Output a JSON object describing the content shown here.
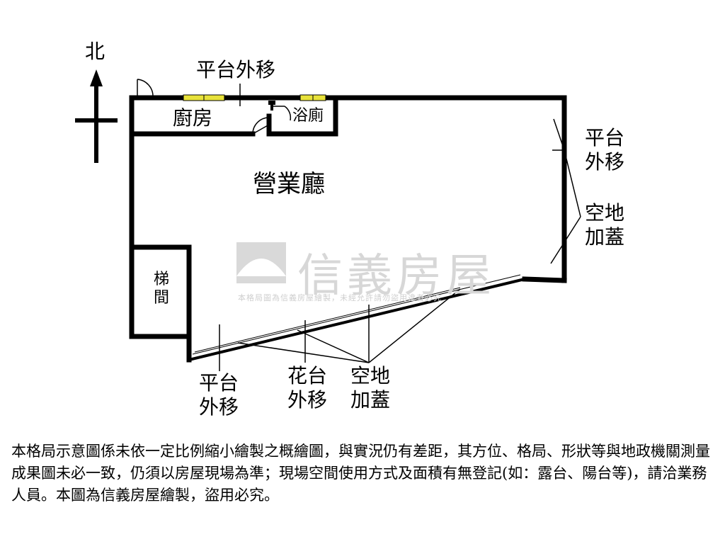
{
  "compass": {
    "north": "北"
  },
  "labels": {
    "platform_top": "平台外移",
    "kitchen": "廚房",
    "bathroom": "浴廁",
    "business_hall": "營業廳",
    "stairwell": "梯間",
    "platform_right": "平台外移",
    "vacant_right": "空地加蓋",
    "platform_bottom": "平台外移",
    "planter_bottom": "花台外移",
    "vacant_bottom": "空地加蓋"
  },
  "watermark": {
    "brand": "信義房屋",
    "notice": "本格局圖為信義房屋繪製，未經允許請勿盜用違者必究"
  },
  "disclaimer": "本格局示意圖係未依一定比例縮小繪製之概繪圖，與實況仍有差距，其方位、格局、形狀等與地政機關測量成果圖未必一致，仍須以房屋現場為準；現場空間使用方式及面積有無登記(如：露台、陽台等)，請洽業務人員。本圖為信義房屋繪製，盜用必究。",
  "colors": {
    "wall": "#000000",
    "window": "#e8e23a",
    "watermark": "#d7d7d7"
  }
}
